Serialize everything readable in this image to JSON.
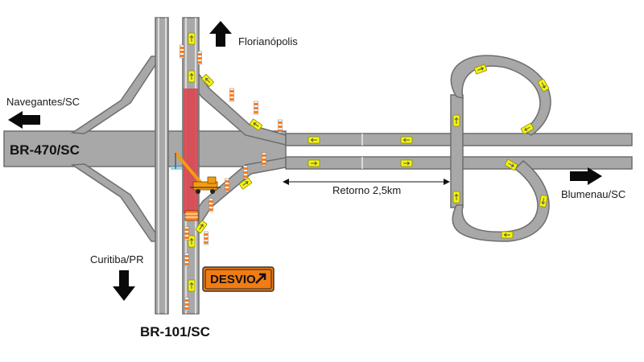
{
  "labels": {
    "florianopolis": "Florianópolis",
    "navegantes": "Navegantes/SC",
    "curitiba": "Curitiba/PR",
    "blumenau": "Blumenau/SC",
    "retorno": "Retorno 2,5km"
  },
  "highways": {
    "br470": "BR-470/SC",
    "br101": "BR-101/SC"
  },
  "sign": {
    "text": "DESVIO",
    "color": "#f07c13"
  },
  "colors": {
    "road": "#a8a8a8",
    "road_edge": "#6e6e6e",
    "closed_lane": "#d9464f",
    "lane_arrow": "#f4f410",
    "direction_arrow": "#0a0a0a",
    "crane": "#f39c12"
  },
  "icons": [
    "direction-arrow-icon",
    "lane-arrow-icon",
    "traffic-barrel-icon",
    "crane-icon",
    "barrier-icon",
    "dimension-arrow-icon"
  ]
}
